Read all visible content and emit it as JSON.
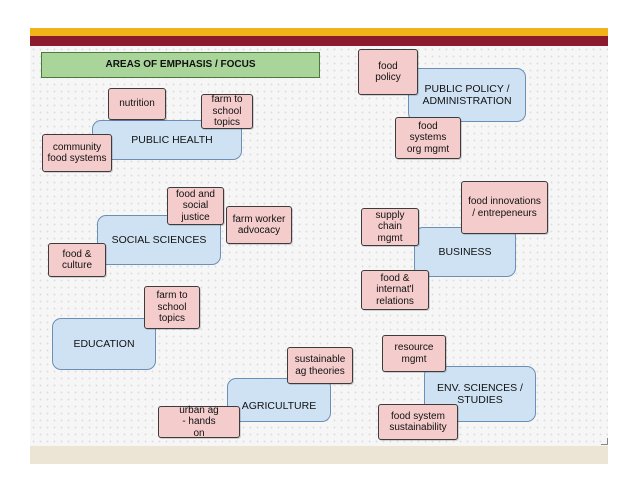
{
  "title": "AREAS OF EMPHASIS / FOCUS",
  "areas": [
    {
      "id": "public-health",
      "label": "PUBLIC HEALTH"
    },
    {
      "id": "public-policy",
      "label": "PUBLIC POLICY / ADMINISTRATION"
    },
    {
      "id": "social-sciences",
      "label": "SOCIAL SCIENCES"
    },
    {
      "id": "business",
      "label": "BUSINESS"
    },
    {
      "id": "education",
      "label": "EDUCATION"
    },
    {
      "id": "agriculture",
      "label": "AGRICULTURE"
    },
    {
      "id": "env-sciences",
      "label": "ENV. SCIENCES / STUDIES"
    }
  ],
  "tags": [
    {
      "id": "nutrition",
      "label": "nutrition"
    },
    {
      "id": "farm-to-school-topics-ph",
      "label": "farm to school topics"
    },
    {
      "id": "community-food-systems",
      "label": "community food systems"
    },
    {
      "id": "food-policy",
      "label": "food policy"
    },
    {
      "id": "food-systems-org-mgmt",
      "label": "food systems org mgmt"
    },
    {
      "id": "food-and-social-justice",
      "label": "food and social justice"
    },
    {
      "id": "farm-worker-advocacy",
      "label": "farm worker advocacy"
    },
    {
      "id": "food-and-culture",
      "label": "food & culture"
    },
    {
      "id": "supply-chain-mgmt",
      "label": "supply chain mgmt"
    },
    {
      "id": "food-innovations",
      "label": "food innovations / entrepeneurs"
    },
    {
      "id": "food-internatl-relations",
      "label": "food & internat'l relations"
    },
    {
      "id": "farm-to-school-topics-edu",
      "label": "farm to school topics"
    },
    {
      "id": "sustainable-ag-theories",
      "label": "sustainable ag theories"
    },
    {
      "id": "urban-ag-hands-on",
      "label": "urban ag - hands on"
    },
    {
      "id": "resource-mgmt",
      "label": "resource mgmt"
    },
    {
      "id": "food-system-sustainability",
      "label": "food system sustainability"
    }
  ]
}
